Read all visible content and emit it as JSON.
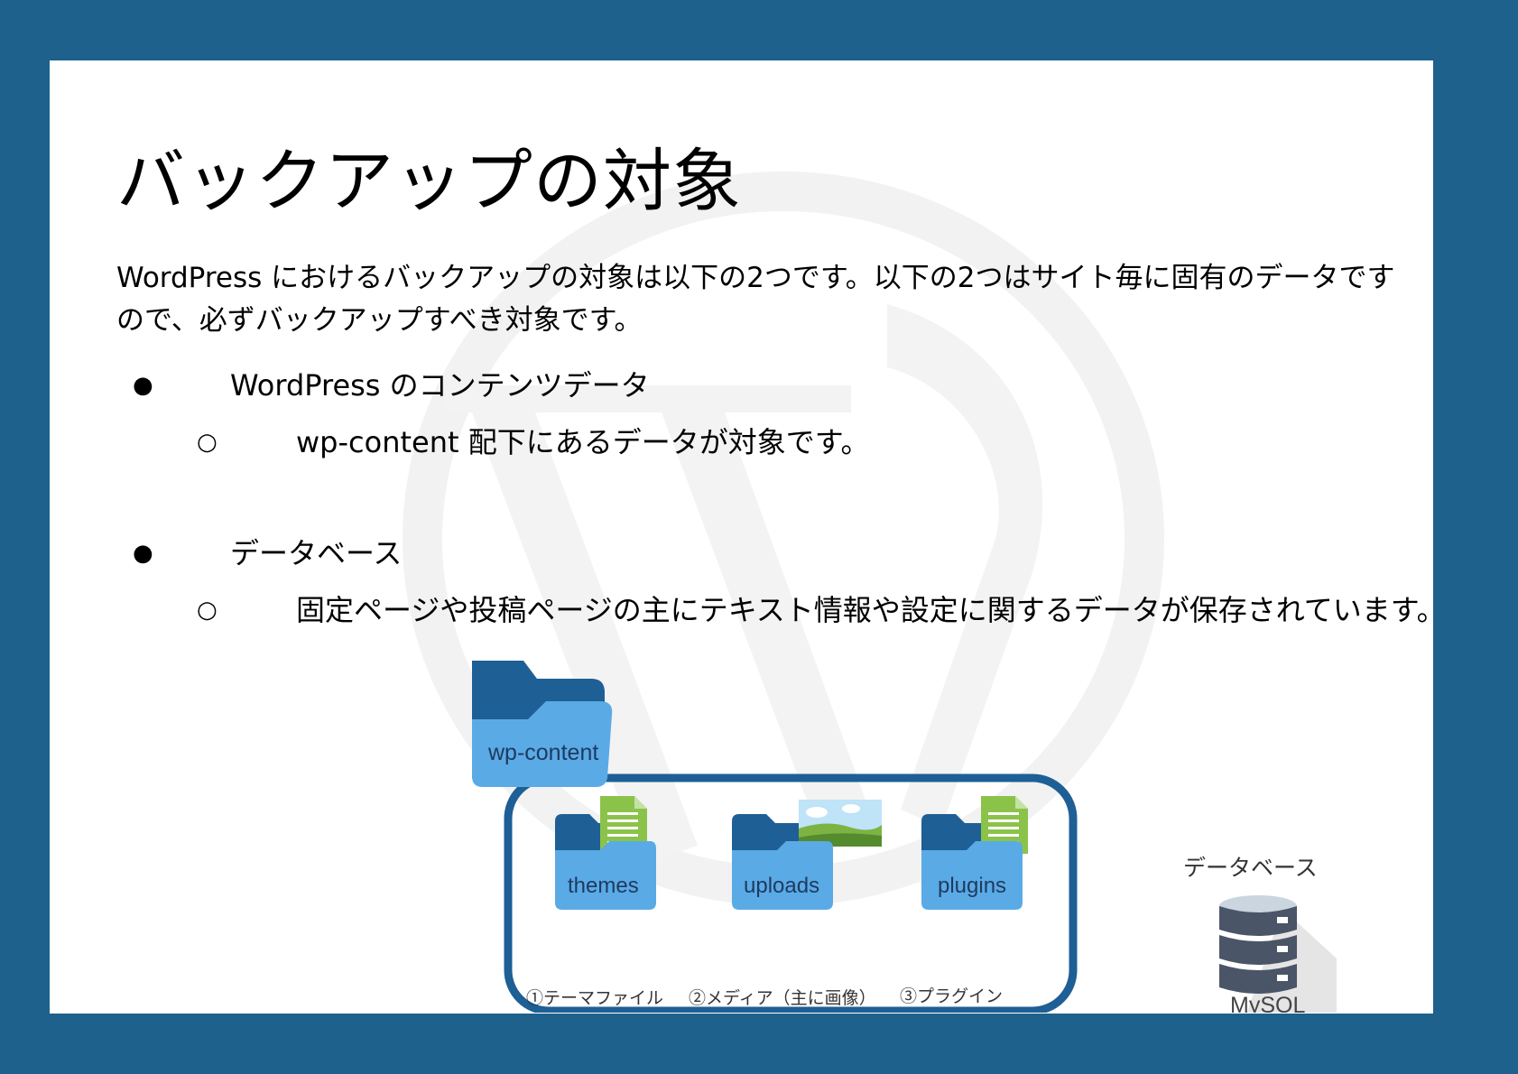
{
  "slide": {
    "title": "バックアップの対象",
    "intro": "WordPress におけるバックアップの対象は以下の2つです。以下の2つはサイト毎に固有のデータですので、必ずバックアップすべき対象です。",
    "bullets": [
      {
        "label": "WordPress のコンテンツデータ",
        "sub": "wp-content 配下にあるデータが対象です。"
      },
      {
        "label": "データベース",
        "sub": "固定ページや投稿ページの主にテキスト情報や設定に関するデータが保存されています。"
      }
    ],
    "bullet_mark": "●",
    "sub_mark": "○"
  },
  "diagram": {
    "root_folder": "wp-content",
    "folders": [
      {
        "label": "themes",
        "caption": "①テーマファイル",
        "icon": "document-icon"
      },
      {
        "label": "uploads",
        "caption": "②メディア（主に画像）",
        "icon": "image-icon"
      },
      {
        "label": "plugins",
        "caption": "③プラグイン",
        "icon": "document-icon"
      }
    ],
    "database": {
      "title": "データベース",
      "label": "MySQL",
      "icon": "database-icon"
    }
  },
  "colors": {
    "background": "#1d618c",
    "folder_dark": "#1e5f96",
    "folder_light": "#5aaae6",
    "frame": "#1e5f96",
    "doc_green": "#8bc34a",
    "db_dark": "#4a5568",
    "db_light": "#cbd5e0"
  }
}
